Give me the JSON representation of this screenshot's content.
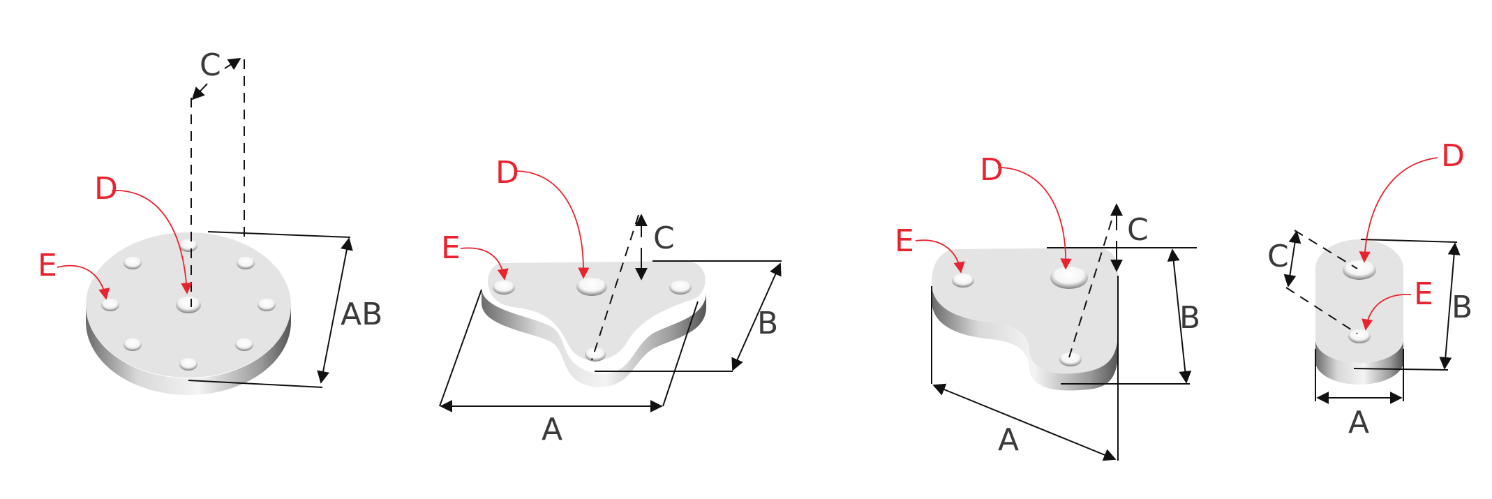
{
  "colors": {
    "callout": "#e8232f",
    "dimension": "#3a3a3a",
    "plate_top": "#e4e4e4",
    "plate_side_dark": "#6f6f6f",
    "plate_side_light": "#f2f2f2",
    "hole": "#ffffff"
  },
  "figures": [
    {
      "id": "round-plate",
      "labels": {
        "c": "C",
        "ab": "AB",
        "d": "D",
        "e": "E"
      }
    },
    {
      "id": "triangular-plate",
      "labels": {
        "c": "C",
        "b": "B",
        "a": "A",
        "d": "D",
        "e": "E"
      }
    },
    {
      "id": "l-shaped-plate",
      "labels": {
        "c": "C",
        "b": "B",
        "a": "A",
        "d": "D",
        "e": "E"
      }
    },
    {
      "id": "oval-plate",
      "labels": {
        "c": "C",
        "b": "B",
        "a": "A",
        "d": "D",
        "e": "E"
      }
    }
  ]
}
